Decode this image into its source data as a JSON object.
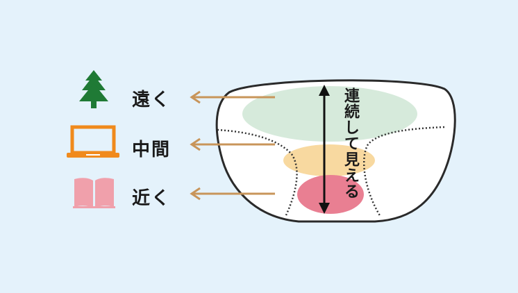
{
  "labels": {
    "far": "遠く",
    "middle": "中間",
    "near": "近く"
  },
  "vertical_text": "連続して見える",
  "colors": {
    "background": "#e4f2fb",
    "far_zone": "#d6eadb",
    "middle_zone": "#f8d9a0",
    "near_zone": "#e97f92",
    "arrow": "#c8955a",
    "tree": "#1f7a35",
    "laptop": "#f08a1c",
    "book": "#f0a0ab"
  }
}
